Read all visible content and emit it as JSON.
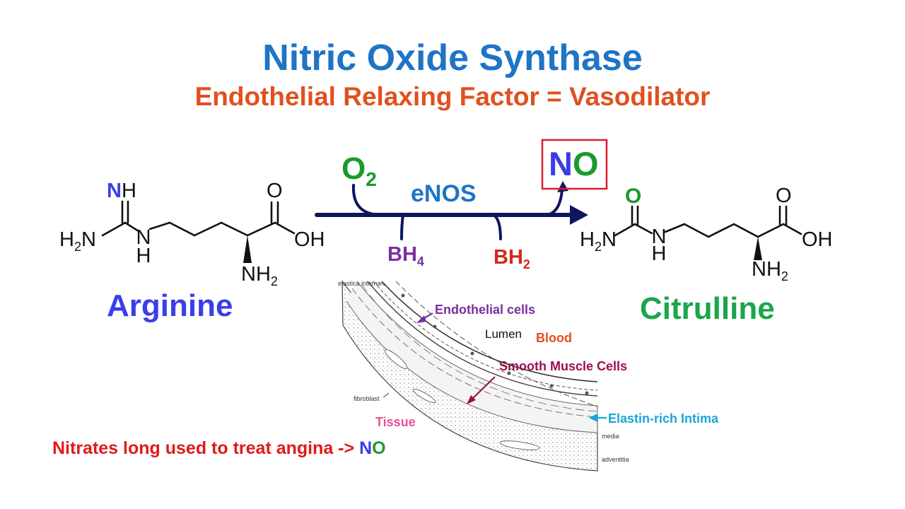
{
  "title": "Nitric Oxide Synthase",
  "subtitle": "Endothelial Relaxing Factor = Vasodilator",
  "reaction": {
    "substrate_name": "Arginine",
    "product_name": "Citrulline",
    "enzyme": "eNOS",
    "o2_main": "O",
    "o2_sub": "2",
    "bh4_main": "BH",
    "bh4_sub": "4",
    "bh2_main": "BH",
    "bh2_sub": "2",
    "no_n": "N",
    "no_o": "O"
  },
  "arginine_atoms": {
    "imine_n": "N",
    "imine_h": "H",
    "h2n": "H",
    "h2n_sub": "2",
    "h2n_n": "N",
    "nh_n": "N",
    "nh_h": "H",
    "carbonyl_o": "O",
    "oh": "OH",
    "nh2_n": "NH",
    "nh2_sub": "2"
  },
  "citrulline_atoms": {
    "carbonyl_o_green": "O",
    "h2n": "H",
    "h2n_sub": "2",
    "h2n_n": "N",
    "nh_n": "N",
    "nh_h": "H",
    "carbonyl_o": "O",
    "oh": "OH",
    "nh2_n": "NH",
    "nh2_sub": "2"
  },
  "vessel_labels": {
    "elastica_interna": "elastica interna",
    "endothelial_cells": "Endothelial  cells",
    "lumen": "Lumen",
    "blood": "Blood",
    "smooth_muscle": "Smooth Muscle Cells",
    "fibroblast": "fibroblast",
    "tissue": "Tissue",
    "elastin": "Elastin-rich Intima",
    "media": "media",
    "adventitia": "adventitia"
  },
  "footer": {
    "nitrates_text": "Nitrates long used to treat angina -> ",
    "no_n": "N",
    "no_o": "O"
  },
  "colors": {
    "title": "#1f74c5",
    "subtitle": "#e0501f",
    "arginine": "#3a3ee8",
    "citrulline": "#1aa64a",
    "oxygen_green": "#1a9a2a",
    "nitrogen_blue": "#3a3ee8",
    "arrow": "#0e1660",
    "bh4": "#7a2fa0",
    "bh2": "#d02a1a",
    "endothelial": "#7a2fa0",
    "blood": "#e0501f",
    "smooth_muscle": "#9a1050",
    "tissue": "#e8509a",
    "elastin": "#1aa6d8",
    "nitrates": "#e01a1a"
  }
}
